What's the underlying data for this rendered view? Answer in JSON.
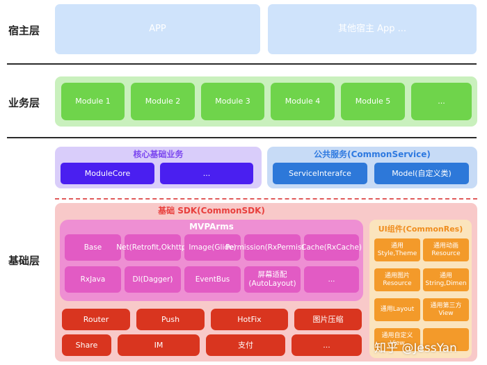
{
  "layers": {
    "host": "宿主层",
    "business": "业务层",
    "base": "基础层"
  },
  "host": {
    "app": "APP",
    "other": "其他宿主 App ..."
  },
  "business": {
    "modules": [
      "Module 1",
      "Module 2",
      "Module 3",
      "Module 4",
      "Module 5",
      "..."
    ]
  },
  "core": {
    "title": "核心基础业务",
    "items": [
      "ModuleCore",
      "..."
    ]
  },
  "service": {
    "title": "公共服务(CommonService)",
    "items": [
      "ServiceInterafce",
      "Model(自定义类)"
    ]
  },
  "sdk": {
    "title": "基础 SDK(CommonSDK)",
    "mvp": {
      "title": "MVPArms",
      "row1": [
        "Base",
        "Net(Retrofit,Okhttp)",
        "Image(Glide)",
        "Permission(RxPermission)",
        "Cache(RxCache)"
      ],
      "row2": [
        "RxJava",
        "DI(Dagger)",
        "EventBus",
        "屏幕适配(AutoLayout)",
        "..."
      ]
    },
    "libs_row1": [
      "Router",
      "Push",
      "HotFix",
      "图片压缩"
    ],
    "libs_row2": [
      "Share",
      "IM",
      "支付",
      "..."
    ]
  },
  "ui": {
    "title": "UI组件(CommonRes)",
    "items": [
      "通用Style,Theme",
      "通用动画Resource",
      "通用图片Resource",
      "通用String,Dimen",
      "通用Layout",
      "通用第三方 View",
      "通用自定义View",
      ""
    ]
  },
  "watermark": "知乎 @JessYan",
  "colors": {
    "host": "#cfe3fb",
    "module": "#6fd44b",
    "core": "#4a1ff0",
    "service": "#2d78d9",
    "mvp": "#e25bc4",
    "lib": "#d9351f",
    "ui": "#f39a2a"
  }
}
